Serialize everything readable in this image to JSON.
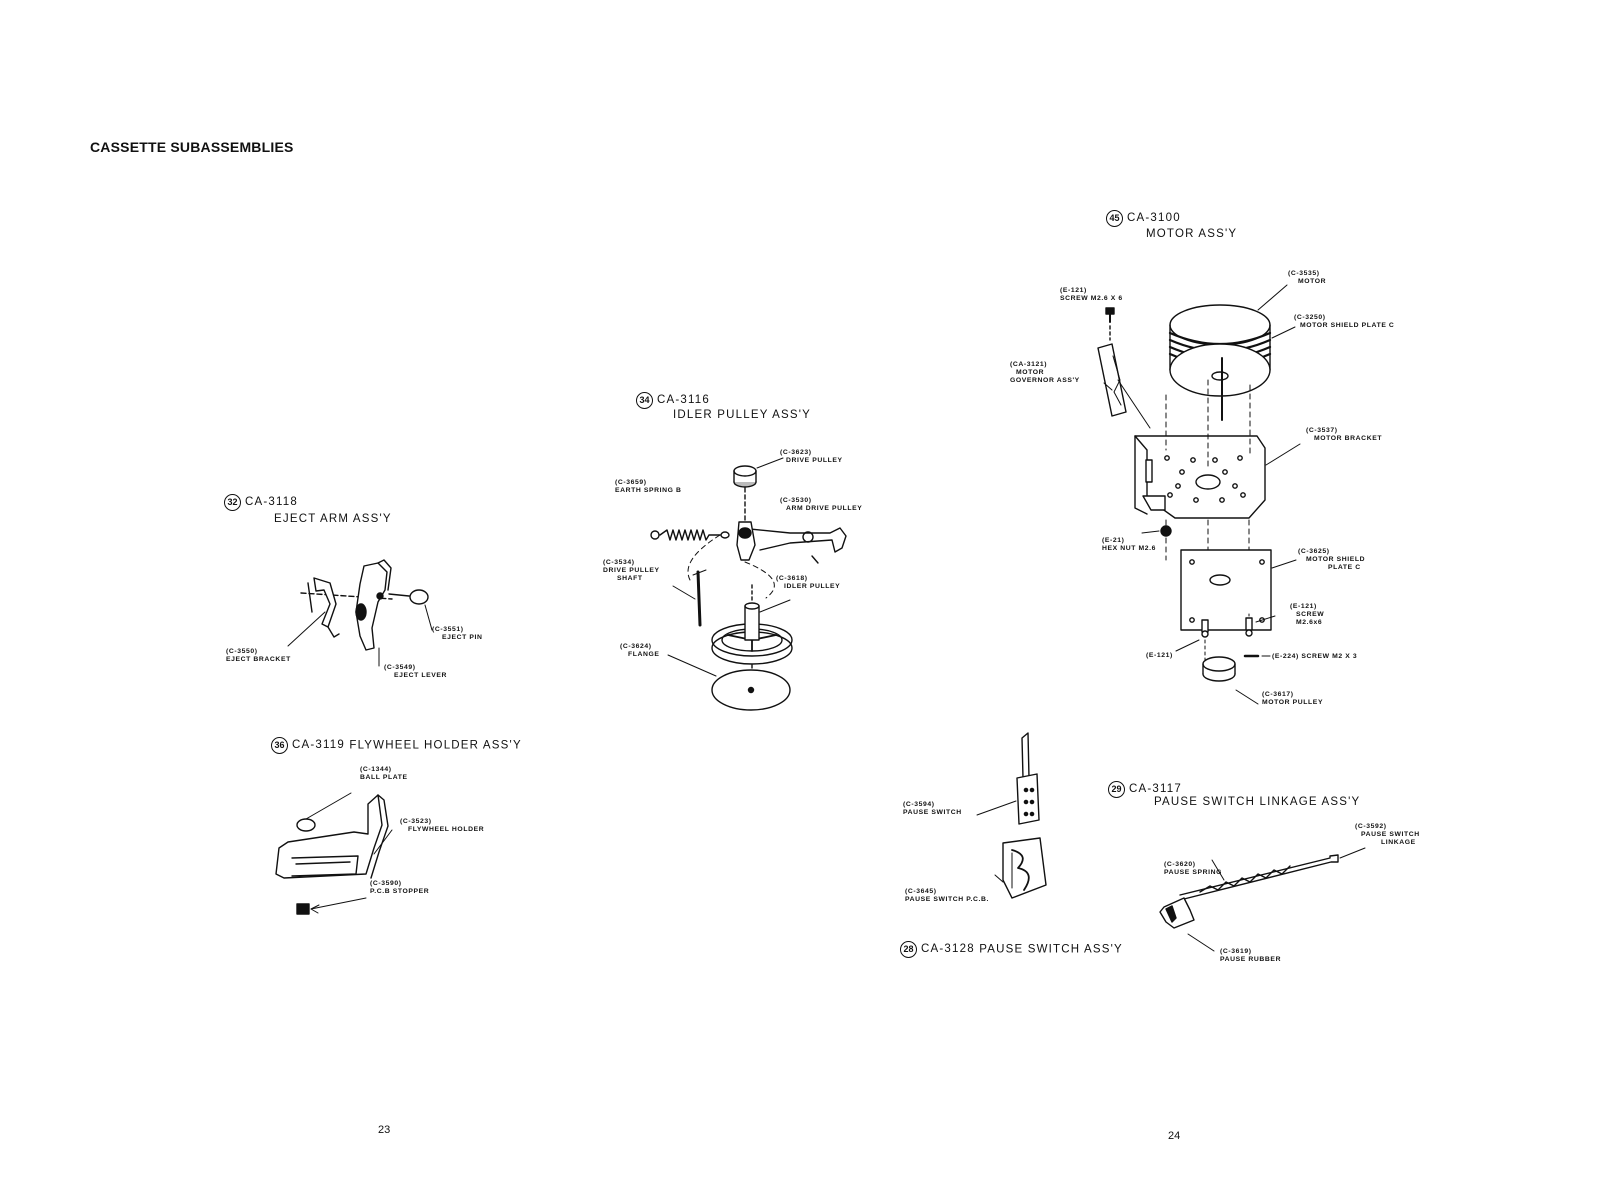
{
  "page": {
    "title": "CASSETTE SUBASSEMBLIES",
    "page_left": "23",
    "page_right": "24"
  },
  "assemblies": {
    "eject_arm": {
      "num": "32",
      "code": "CA-3118",
      "name": "EJECT ARM ASS'Y"
    },
    "flywheel_holder": {
      "num": "36",
      "code": "CA-3119",
      "name": "FLYWHEEL HOLDER ASS'Y"
    },
    "idler_pulley": {
      "num": "34",
      "code": "CA-3116",
      "name": "IDLER PULLEY ASS'Y"
    },
    "motor": {
      "num": "45",
      "code": "CA-3100",
      "name": "MOTOR ASS'Y"
    },
    "pause_linkage": {
      "num": "29",
      "code": "CA-3117",
      "name": "PAUSE SWITCH LINKAGE ASS'Y"
    },
    "pause_switch": {
      "num": "28",
      "code": "CA-3128",
      "name": "PAUSE SWITCH ASS'Y"
    }
  },
  "parts": {
    "c3550": {
      "code": "(C-3550)",
      "name": "EJECT BRACKET"
    },
    "c3551": {
      "code": "(C-3551)",
      "name": "EJECT PIN"
    },
    "c3549": {
      "code": "(C-3549)",
      "name": "EJECT LEVER"
    },
    "c1344": {
      "code": "(C-1344)",
      "name": "BALL PLATE"
    },
    "c3523": {
      "code": "(C-3523)",
      "name": "FLYWHEEL HOLDER"
    },
    "c3590": {
      "code": "(C-3590)",
      "name": "P.C.B STOPPER"
    },
    "c3623": {
      "code": "(C-3623)",
      "name": "DRIVE PULLEY"
    },
    "c3659": {
      "code": "(C-3659)",
      "name": "EARTH SPRING B"
    },
    "c3530": {
      "code": "(C-3530)",
      "name": "ARM DRIVE PULLEY"
    },
    "c3534": {
      "code": "(C-3534)",
      "name": "DRIVE PULLEY",
      "name2": "SHAFT"
    },
    "c3618": {
      "code": "(C-3618)",
      "name": "IDLER PULLEY"
    },
    "c3624": {
      "code": "(C-3624)",
      "name": "FLANGE"
    },
    "e121_top": {
      "code": "(E-121)",
      "name": "SCREW M2.6 X 6"
    },
    "ca3121": {
      "code": "(CA-3121)",
      "name": "MOTOR",
      "name2": "GOVERNOR ASS'Y"
    },
    "c3535": {
      "code": "(C-3535)",
      "name": "MOTOR"
    },
    "c3250": {
      "code": "(C-3250)",
      "name": "MOTOR SHIELD PLATE C"
    },
    "c3537": {
      "code": "(C-3537)",
      "name": "MOTOR BRACKET"
    },
    "e21": {
      "code": "(E-21)",
      "name": "HEX NUT M2.6"
    },
    "c3625": {
      "code": "(C-3625)",
      "name": "MOTOR SHIELD",
      "name2": "PLATE C"
    },
    "e121_mid": {
      "code": "(E-121)",
      "name": "SCREW",
      "name2": "M2.6x6"
    },
    "e121_low": {
      "code": "(E-121)"
    },
    "e224": {
      "code": "(E-224) SCREW M2 X 3"
    },
    "c3617": {
      "code": "(C-3617)",
      "name": "MOTOR PULLEY"
    },
    "c3594": {
      "code": "(C-3594)",
      "name": "PAUSE SWITCH"
    },
    "c3645": {
      "code": "(C-3645)",
      "name": "PAUSE SWITCH P.C.B."
    },
    "c3592": {
      "code": "(C-3592)",
      "name": "PAUSE SWITCH",
      "name2": "LINKAGE"
    },
    "c3620": {
      "code": "(C-3620)",
      "name": "PAUSE SPRING"
    },
    "c3619": {
      "code": "(C-3619)",
      "name": "PAUSE RUBBER"
    }
  }
}
